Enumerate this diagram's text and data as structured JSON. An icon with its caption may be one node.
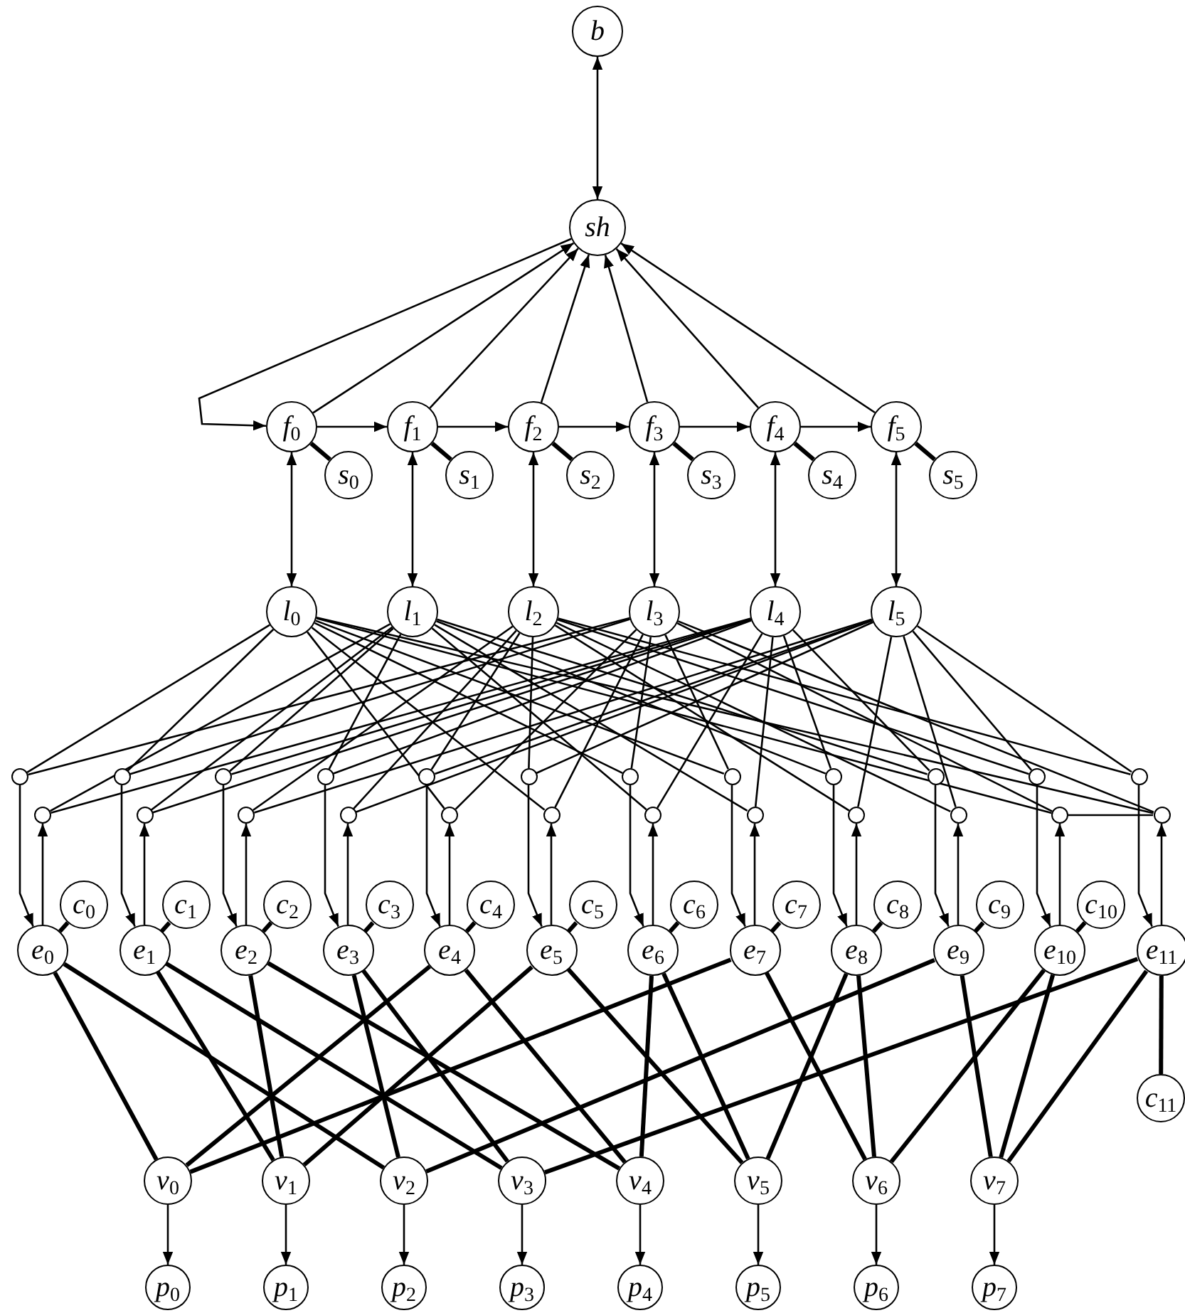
{
  "diagram": {
    "nodes": [
      {
        "text": [
          "b"
        ]
      },
      {
        "text": [
          "sh"
        ]
      },
      {
        "text": [
          "f$_{0}$"
        ]
      },
      {
        "text": [
          "f$_{1}$"
        ]
      },
      {
        "text": [
          "f$_{2}$"
        ]
      },
      {
        "text": [
          "f$_{3}$"
        ]
      },
      {
        "text": [
          "f$_{4}$"
        ]
      },
      {
        "text": [
          "f$_{5}$"
        ]
      },
      {
        "text": [
          "s$_{0}$"
        ]
      },
      {
        "text": [
          "s$_{1}$"
        ]
      },
      {
        "text": [
          "s$_{2}$"
        ]
      },
      {
        "text": [
          "s$_{3}$"
        ]
      },
      {
        "text": [
          "s$_{4}$"
        ]
      },
      {
        "text": [
          "s$_{5}$"
        ]
      },
      {
        "text": [
          "l$_{0}$"
        ]
      },
      {
        "text": [
          "l$_{1}$"
        ]
      },
      {
        "text": [
          "l$_{2}$"
        ]
      },
      {
        "text": [
          "l$_{3}$"
        ]
      },
      {
        "text": [
          "l$_{4}$"
        ]
      },
      {
        "text": [
          "l$_{5}$"
        ]
      },
      {
        "text": [],
        "shape": "circle"
      },
      {
        "text": [],
        "shape": "circle"
      },
      {
        "text": [],
        "shape": "circle"
      },
      {
        "text": [],
        "shape": "circle"
      },
      {
        "text": [],
        "shape": "circle"
      },
      {
        "text": [],
        "shape": "circle"
      },
      {
        "text": [],
        "shape": "circle"
      },
      {
        "text": [],
        "shape": "circle"
      },
      {
        "text": [],
        "shape": "circle"
      },
      {
        "text": [],
        "shape": "circle"
      },
      {
        "text": [],
        "shape": "circle"
      },
      {
        "text": [],
        "shape": "circle"
      },
      {
        "text": [],
        "shape": "circle"
      },
      {
        "text": [],
        "shape": "circle"
      },
      {
        "text": [],
        "shape": "circle"
      },
      {
        "text": [],
        "shape": "circle"
      },
      {
        "text": [],
        "shape": "circle"
      },
      {
        "text": [],
        "shape": "circle"
      },
      {
        "text": [],
        "shape": "circle"
      },
      {
        "text": [],
        "shape": "circle"
      },
      {
        "text": [],
        "shape": "circle"
      },
      {
        "text": [],
        "shape": "circle"
      },
      {
        "text": [],
        "shape": "circle"
      },
      {
        "text": [],
        "shape": "circle"
      },
      {
        "text": [
          "e$_{0}$"
        ]
      },
      {
        "text": [
          "e$_{1}$"
        ]
      },
      {
        "text": [
          "e$_{2}$"
        ]
      },
      {
        "text": [
          "e$_{3}$"
        ]
      },
      {
        "text": [
          "e$_{4}$"
        ]
      },
      {
        "text": [
          "e$_{5}$"
        ]
      },
      {
        "text": [
          "e$_{6}$"
        ]
      },
      {
        "text": [
          "e$_{7}$"
        ]
      },
      {
        "text": [
          "e$_{8}$"
        ]
      },
      {
        "text": [
          "e$_{9}$"
        ]
      },
      {
        "text": [
          "e$_{10}$"
        ]
      },
      {
        "text": [
          "e$_{11}$"
        ]
      },
      {
        "text": [
          "c$_{0}$"
        ]
      },
      {
        "text": [
          "c$_{1}$"
        ]
      },
      {
        "text": [
          "c$_{2}$"
        ]
      },
      {
        "text": [
          "c$_{3}$"
        ]
      },
      {
        "text": [
          "c$_{4}$"
        ]
      },
      {
        "text": [
          "c$_{5}$"
        ]
      },
      {
        "text": [
          "c$_{6}$"
        ]
      },
      {
        "text": [
          "c$_{7}$"
        ]
      },
      {
        "text": [
          "c$_{8}$"
        ]
      },
      {
        "text": [
          "c$_{9}$"
        ]
      },
      {
        "text": [
          "c$_{10}$"
        ]
      },
      {
        "text": [
          "c$_{11}$"
        ]
      },
      {
        "text": [
          "v$_{0}$"
        ]
      },
      {
        "text": [
          "v$_{1}$"
        ]
      },
      {
        "text": [
          "v$_{2}$"
        ]
      },
      {
        "text": [
          "v$_{3}$"
        ]
      },
      {
        "text": [
          "v$_{4}$"
        ]
      },
      {
        "text": [
          "v$_{5}$"
        ]
      },
      {
        "text": [
          "v$_{6}$"
        ]
      },
      {
        "text": [
          "v$_{7}$"
        ]
      },
      {
        "text": [
          "p$_{0}$"
        ]
      },
      {
        "text": [
          "p$_{1}$"
        ]
      },
      {
        "text": [
          "p$_{2}$"
        ]
      },
      {
        "text": [
          "p$_{3}$"
        ]
      },
      {
        "text": [
          "p$_{4}$"
        ]
      },
      {
        "text": [
          "p$_{5}$"
        ]
      },
      {
        "text": [
          "p$_{6}$"
        ]
      },
      {
        "text": [
          "p$_{7}$"
        ]
      }
    ],
    "edges": [
      {
        "from": 0,
        "to": 1,
        "arrow": "both"
      },
      {
        "from": 1,
        "to": 2,
        "arrow": "to"
      },
      {
        "from": 2,
        "to": 1,
        "arrow": "to"
      },
      {
        "from": 3,
        "to": 1,
        "arrow": "to"
      },
      {
        "from": 4,
        "to": 1,
        "arrow": "to"
      },
      {
        "from": 5,
        "to": 1,
        "arrow": "to"
      },
      {
        "from": 6,
        "to": 1,
        "arrow": "to"
      },
      {
        "from": 7,
        "to": 1,
        "arrow": "to"
      },
      {
        "from": 2,
        "to": 3,
        "arrow": "to"
      },
      {
        "from": 3,
        "to": 4,
        "arrow": "to"
      },
      {
        "from": 4,
        "to": 5,
        "arrow": "to"
      },
      {
        "from": 5,
        "to": 6,
        "arrow": "to"
      },
      {
        "from": 6,
        "to": 7,
        "arrow": "to"
      },
      {
        "from": 8,
        "to": 2,
        "arrow": "none",
        "style": "thick"
      },
      {
        "from": 9,
        "to": 3,
        "arrow": "none",
        "style": "thick"
      },
      {
        "from": 10,
        "to": 4,
        "arrow": "none",
        "style": "thick"
      },
      {
        "from": 11,
        "to": 5,
        "arrow": "none",
        "style": "thick"
      },
      {
        "from": 12,
        "to": 6,
        "arrow": "none",
        "style": "thick"
      },
      {
        "from": 13,
        "to": 7,
        "arrow": "none",
        "style": "thick"
      },
      {
        "from": 2,
        "to": 14,
        "arrow": "both"
      },
      {
        "from": 3,
        "to": 15,
        "arrow": "both"
      },
      {
        "from": 4,
        "to": 16,
        "arrow": "both"
      },
      {
        "from": 5,
        "to": 17,
        "arrow": "both"
      },
      {
        "from": 6,
        "to": 18,
        "arrow": "both"
      },
      {
        "from": 7,
        "to": 19,
        "arrow": "both"
      },
      {
        "from": 20,
        "to": 44,
        "arrow": "to"
      },
      {
        "from": 21,
        "to": 45,
        "arrow": "to"
      },
      {
        "from": 22,
        "to": 46,
        "arrow": "to"
      },
      {
        "from": 23,
        "to": 47,
        "arrow": "to"
      },
      {
        "from": 24,
        "to": 48,
        "arrow": "to"
      },
      {
        "from": 25,
        "to": 49,
        "arrow": "to"
      },
      {
        "from": 26,
        "to": 50,
        "arrow": "to"
      },
      {
        "from": 27,
        "to": 51,
        "arrow": "to"
      },
      {
        "from": 28,
        "to": 52,
        "arrow": "to"
      },
      {
        "from": 29,
        "to": 53,
        "arrow": "to"
      },
      {
        "from": 30,
        "to": 54,
        "arrow": "to"
      },
      {
        "from": 31,
        "to": 55,
        "arrow": "to"
      },
      {
        "from": 44,
        "to": 32,
        "arrow": "to"
      },
      {
        "from": 45,
        "to": 33,
        "arrow": "to"
      },
      {
        "from": 46,
        "to": 34,
        "arrow": "to"
      },
      {
        "from": 47,
        "to": 35,
        "arrow": "to"
      },
      {
        "from": 48,
        "to": 36,
        "arrow": "to"
      },
      {
        "from": 49,
        "to": 37,
        "arrow": "to"
      },
      {
        "from": 50,
        "to": 38,
        "arrow": "to"
      },
      {
        "from": 51,
        "to": 39,
        "arrow": "to"
      },
      {
        "from": 52,
        "to": 40,
        "arrow": "to"
      },
      {
        "from": 53,
        "to": 41,
        "arrow": "to"
      },
      {
        "from": 54,
        "to": 42,
        "arrow": "to"
      },
      {
        "from": 55,
        "to": 43,
        "arrow": "to"
      },
      {
        "from": 14,
        "to": 20,
        "arrow": "none"
      },
      {
        "from": 17,
        "to": 20,
        "arrow": "none"
      },
      {
        "from": 14,
        "to": 21,
        "arrow": "none"
      },
      {
        "from": 17,
        "to": 21,
        "arrow": "none"
      },
      {
        "from": 15,
        "to": 22,
        "arrow": "none"
      },
      {
        "from": 18,
        "to": 22,
        "arrow": "none"
      },
      {
        "from": 15,
        "to": 23,
        "arrow": "none"
      },
      {
        "from": 18,
        "to": 23,
        "arrow": "none"
      },
      {
        "from": 16,
        "to": 24,
        "arrow": "none"
      },
      {
        "from": 19,
        "to": 24,
        "arrow": "none"
      },
      {
        "from": 16,
        "to": 25,
        "arrow": "none"
      },
      {
        "from": 19,
        "to": 25,
        "arrow": "none"
      },
      {
        "from": 17,
        "to": 26,
        "arrow": "none"
      },
      {
        "from": 14,
        "to": 26,
        "arrow": "none"
      },
      {
        "from": 17,
        "to": 27,
        "arrow": "none"
      },
      {
        "from": 14,
        "to": 27,
        "arrow": "none"
      },
      {
        "from": 18,
        "to": 28,
        "arrow": "none"
      },
      {
        "from": 15,
        "to": 28,
        "arrow": "none"
      },
      {
        "from": 18,
        "to": 29,
        "arrow": "none"
      },
      {
        "from": 15,
        "to": 29,
        "arrow": "none"
      },
      {
        "from": 19,
        "to": 30,
        "arrow": "none"
      },
      {
        "from": 16,
        "to": 30,
        "arrow": "none"
      },
      {
        "from": 19,
        "to": 31,
        "arrow": "none"
      },
      {
        "from": 16,
        "to": 31,
        "arrow": "none"
      },
      {
        "from": 15,
        "to": 32,
        "arrow": "none"
      },
      {
        "from": 18,
        "to": 32,
        "arrow": "none"
      },
      {
        "from": 15,
        "to": 33,
        "arrow": "none"
      },
      {
        "from": 18,
        "to": 33,
        "arrow": "none"
      },
      {
        "from": 16,
        "to": 34,
        "arrow": "none"
      },
      {
        "from": 19,
        "to": 34,
        "arrow": "none"
      },
      {
        "from": 16,
        "to": 35,
        "arrow": "none"
      },
      {
        "from": 19,
        "to": 35,
        "arrow": "none"
      },
      {
        "from": 17,
        "to": 36,
        "arrow": "none"
      },
      {
        "from": 14,
        "to": 36,
        "arrow": "none"
      },
      {
        "from": 17,
        "to": 37,
        "arrow": "none"
      },
      {
        "from": 14,
        "to": 37,
        "arrow": "none"
      },
      {
        "from": 18,
        "to": 38,
        "arrow": "none"
      },
      {
        "from": 15,
        "to": 38,
        "arrow": "none"
      },
      {
        "from": 18,
        "to": 39,
        "arrow": "none"
      },
      {
        "from": 15,
        "to": 39,
        "arrow": "none"
      },
      {
        "from": 19,
        "to": 40,
        "arrow": "none"
      },
      {
        "from": 16,
        "to": 40,
        "arrow": "none"
      },
      {
        "from": 19,
        "to": 41,
        "arrow": "none"
      },
      {
        "from": 16,
        "to": 41,
        "arrow": "none"
      },
      {
        "from": 14,
        "to": 42,
        "arrow": "none"
      },
      {
        "from": 17,
        "to": 42,
        "arrow": "none"
      },
      {
        "from": 14,
        "to": 43,
        "arrow": "none"
      },
      {
        "from": 17,
        "to": 43,
        "arrow": "none"
      },
      {
        "from": 42,
        "to": 43,
        "arrow": "none"
      },
      {
        "from": 56,
        "to": 44,
        "arrow": "none",
        "style": "thick"
      },
      {
        "from": 57,
        "to": 45,
        "arrow": "none",
        "style": "thick"
      },
      {
        "from": 58,
        "to": 46,
        "arrow": "none",
        "style": "thick"
      },
      {
        "from": 59,
        "to": 47,
        "arrow": "none",
        "style": "thick"
      },
      {
        "from": 60,
        "to": 48,
        "arrow": "none",
        "style": "thick"
      },
      {
        "from": 61,
        "to": 49,
        "arrow": "none",
        "style": "thick"
      },
      {
        "from": 62,
        "to": 50,
        "arrow": "none",
        "style": "thick"
      },
      {
        "from": 63,
        "to": 51,
        "arrow": "none",
        "style": "thick"
      },
      {
        "from": 64,
        "to": 52,
        "arrow": "none",
        "style": "thick"
      },
      {
        "from": 65,
        "to": 53,
        "arrow": "none",
        "style": "thick"
      },
      {
        "from": 66,
        "to": 54,
        "arrow": "none",
        "style": "thick"
      },
      {
        "from": 67,
        "to": 55,
        "arrow": "none",
        "style": "thick"
      },
      {
        "from": 44,
        "to": 68,
        "arrow": "none",
        "style": "thick"
      },
      {
        "from": 44,
        "to": 70,
        "arrow": "none",
        "style": "thick"
      },
      {
        "from": 45,
        "to": 69,
        "arrow": "none",
        "style": "thick"
      },
      {
        "from": 45,
        "to": 71,
        "arrow": "none",
        "style": "thick"
      },
      {
        "from": 46,
        "to": 69,
        "arrow": "none",
        "style": "thick"
      },
      {
        "from": 46,
        "to": 72,
        "arrow": "none",
        "style": "thick"
      },
      {
        "from": 47,
        "to": 70,
        "arrow": "none",
        "style": "thick"
      },
      {
        "from": 47,
        "to": 71,
        "arrow": "none",
        "style": "thick"
      },
      {
        "from": 48,
        "to": 68,
        "arrow": "none",
        "style": "thick"
      },
      {
        "from": 48,
        "to": 72,
        "arrow": "none",
        "style": "thick"
      },
      {
        "from": 49,
        "to": 69,
        "arrow": "none",
        "style": "thick"
      },
      {
        "from": 49,
        "to": 73,
        "arrow": "none",
        "style": "thick"
      },
      {
        "from": 50,
        "to": 72,
        "arrow": "none",
        "style": "thick"
      },
      {
        "from": 50,
        "to": 73,
        "arrow": "none",
        "style": "thick"
      },
      {
        "from": 51,
        "to": 68,
        "arrow": "none",
        "style": "thick"
      },
      {
        "from": 51,
        "to": 74,
        "arrow": "none",
        "style": "thick"
      },
      {
        "from": 52,
        "to": 73,
        "arrow": "none",
        "style": "thick"
      },
      {
        "from": 52,
        "to": 74,
        "arrow": "none",
        "style": "thick"
      },
      {
        "from": 53,
        "to": 70,
        "arrow": "none",
        "style": "thick"
      },
      {
        "from": 53,
        "to": 75,
        "arrow": "none",
        "style": "thick"
      },
      {
        "from": 54,
        "to": 74,
        "arrow": "none",
        "style": "thick"
      },
      {
        "from": 54,
        "to": 75,
        "arrow": "none",
        "style": "thick"
      },
      {
        "from": 55,
        "to": 71,
        "arrow": "none",
        "style": "thick"
      },
      {
        "from": 55,
        "to": 75,
        "arrow": "none",
        "style": "thick"
      },
      {
        "from": 68,
        "to": 76,
        "arrow": "to"
      },
      {
        "from": 69,
        "to": 77,
        "arrow": "to"
      },
      {
        "from": 70,
        "to": 78,
        "arrow": "to"
      },
      {
        "from": 71,
        "to": 79,
        "arrow": "to"
      },
      {
        "from": 72,
        "to": 80,
        "arrow": "to"
      },
      {
        "from": 73,
        "to": 81,
        "arrow": "to"
      },
      {
        "from": 74,
        "to": 82,
        "arrow": "to"
      },
      {
        "from": 75,
        "to": 83,
        "arrow": "to"
      }
    ]
  }
}
